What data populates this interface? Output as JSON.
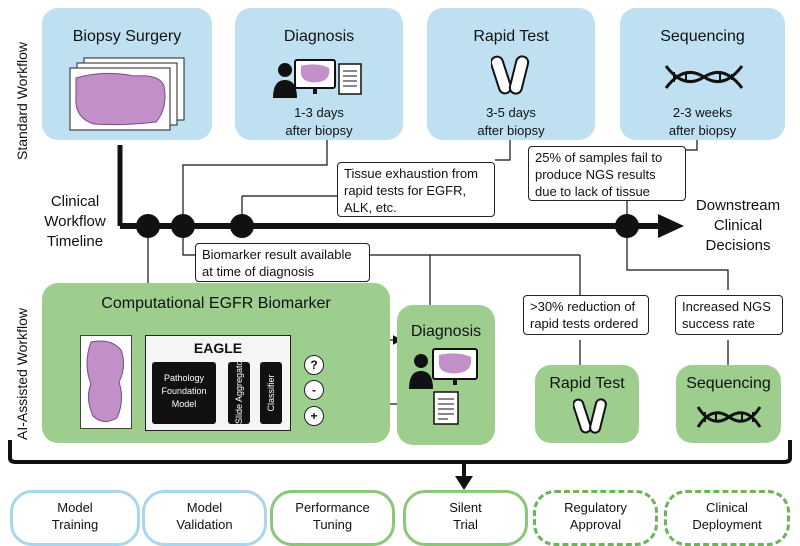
{
  "standard_label": "Standard Workflow",
  "ai_label": "AI-Assisted Workflow",
  "timeline_label": [
    "Clinical",
    "Workflow",
    "Timeline"
  ],
  "decisions_label": [
    "Downstream",
    "Clinical",
    "Decisions"
  ],
  "top_boxes": {
    "biopsy": {
      "title": "Biopsy Surgery"
    },
    "diagnosis": {
      "title": "Diagnosis",
      "sub1": "1-3 days",
      "sub2": "after biopsy"
    },
    "rapid": {
      "title": "Rapid Test",
      "sub1": "3-5 days",
      "sub2": "after biopsy"
    },
    "sequencing": {
      "title": "Sequencing",
      "sub1": "2-3 weeks",
      "sub2": "after biopsy"
    }
  },
  "notes": {
    "tissue": [
      "Tissue exhaustion from",
      "rapid tests for EGFR,",
      "ALK, etc."
    ],
    "fail": [
      "25% of samples fail to",
      "produce NGS results",
      "due to lack of tissue"
    ],
    "biomarker": [
      "Biomarker result available",
      "at time of diagnosis"
    ],
    "reduction": [
      ">30% reduction of",
      "rapid tests ordered"
    ],
    "increased": [
      "Increased NGS",
      "success rate"
    ]
  },
  "comp_box": {
    "title": "Computational EGFR Biomarker",
    "eagle": "EAGLE",
    "pfm": [
      "Pathology",
      "Foundation",
      "Model"
    ],
    "slide_agg": "Slide Aggregator",
    "classifier": "Classifier",
    "outputs": [
      "?",
      "-",
      "+"
    ]
  },
  "bottom_boxes": {
    "diagnosis": "Diagnosis",
    "rapid": "Rapid Test",
    "sequencing": "Sequencing"
  },
  "pipeline": [
    {
      "line1": "Model",
      "line2": "Training"
    },
    {
      "line1": "Model",
      "line2": "Validation"
    },
    {
      "line1": "Performance",
      "line2": "Tuning"
    },
    {
      "line1": "Silent",
      "line2": "Trial"
    },
    {
      "line1": "Regulatory",
      "line2": "Approval"
    },
    {
      "line1": "Clinical",
      "line2": "Deployment"
    }
  ],
  "colors": {
    "blue": "#bfe0f0",
    "green": "#9dce8e"
  }
}
